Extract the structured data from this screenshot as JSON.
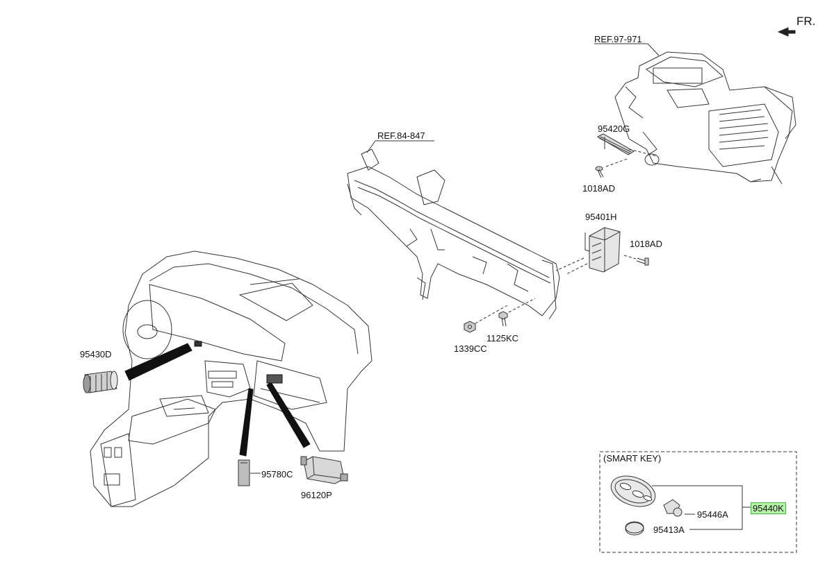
{
  "direction": {
    "label": "FR."
  },
  "references": {
    "ref_hvac": "REF.97-971",
    "ref_cowl": "REF.84-847"
  },
  "parts": {
    "p95420G": "95420G",
    "p1018AD_top": "1018AD",
    "p95401H": "95401H",
    "p1018AD_right": "1018AD",
    "p1339CC": "1339CC",
    "p1125KC": "1125KC",
    "p95430D": "95430D",
    "p95780C": "95780C",
    "p96120P": "96120P"
  },
  "smart_key": {
    "title": "(SMART KEY)",
    "p95446A": "95446A",
    "p95413A": "95413A",
    "p95440K": "95440K"
  },
  "colors": {
    "highlight_fill": "#b6f3a8",
    "highlight_border": "#43b443",
    "line": "#222222"
  }
}
